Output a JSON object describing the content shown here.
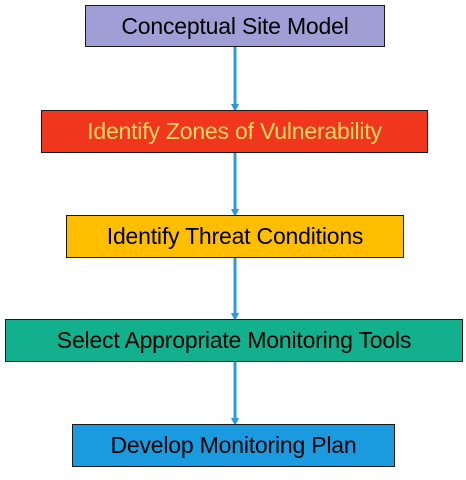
{
  "diagram": {
    "connector_color": "#2e9bd6",
    "steps": [
      {
        "label": "Conceptual Site Model",
        "fill": "#9f9fd6",
        "text_color": "#000000"
      },
      {
        "label": "Identify Zones of Vulnerability",
        "fill": "#f0361c",
        "text_color": "#ffd966"
      },
      {
        "label": "Identify Threat Conditions",
        "fill": "#ffbf00",
        "text_color": "#000000"
      },
      {
        "label": "Select Appropriate Monitoring Tools",
        "fill": "#12b08c",
        "text_color": "#000000"
      },
      {
        "label": "Develop Monitoring Plan",
        "fill": "#1a9be0",
        "text_color": "#000000"
      }
    ]
  }
}
